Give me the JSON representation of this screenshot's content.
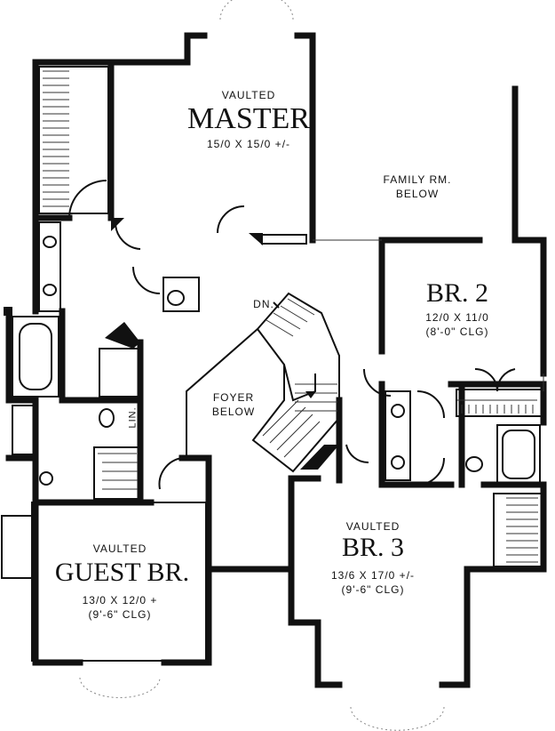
{
  "rooms": {
    "master": {
      "vaulted": "VAULTED",
      "name": "MASTER",
      "dims": "15/0 X 15/0 +/-"
    },
    "family": {
      "line1": "FAMILY RM.",
      "line2": "BELOW"
    },
    "br2": {
      "name": "BR. 2",
      "dims": "12/0 X 11/0",
      "clg": "(8'-0\" CLG)"
    },
    "dn": "DN.",
    "foyer": {
      "line1": "FOYER",
      "line2": "BELOW"
    },
    "lin": "LIN.",
    "br3": {
      "vaulted": "VAULTED",
      "name": "BR. 3",
      "dims": "13/6 X 17/0 +/-",
      "clg": "(9'-6\" CLG)"
    },
    "guest": {
      "vaulted": "VAULTED",
      "name": "GUEST BR.",
      "dims": "13/0 X 12/0 +",
      "clg": "(9'-6\" CLG)"
    }
  }
}
